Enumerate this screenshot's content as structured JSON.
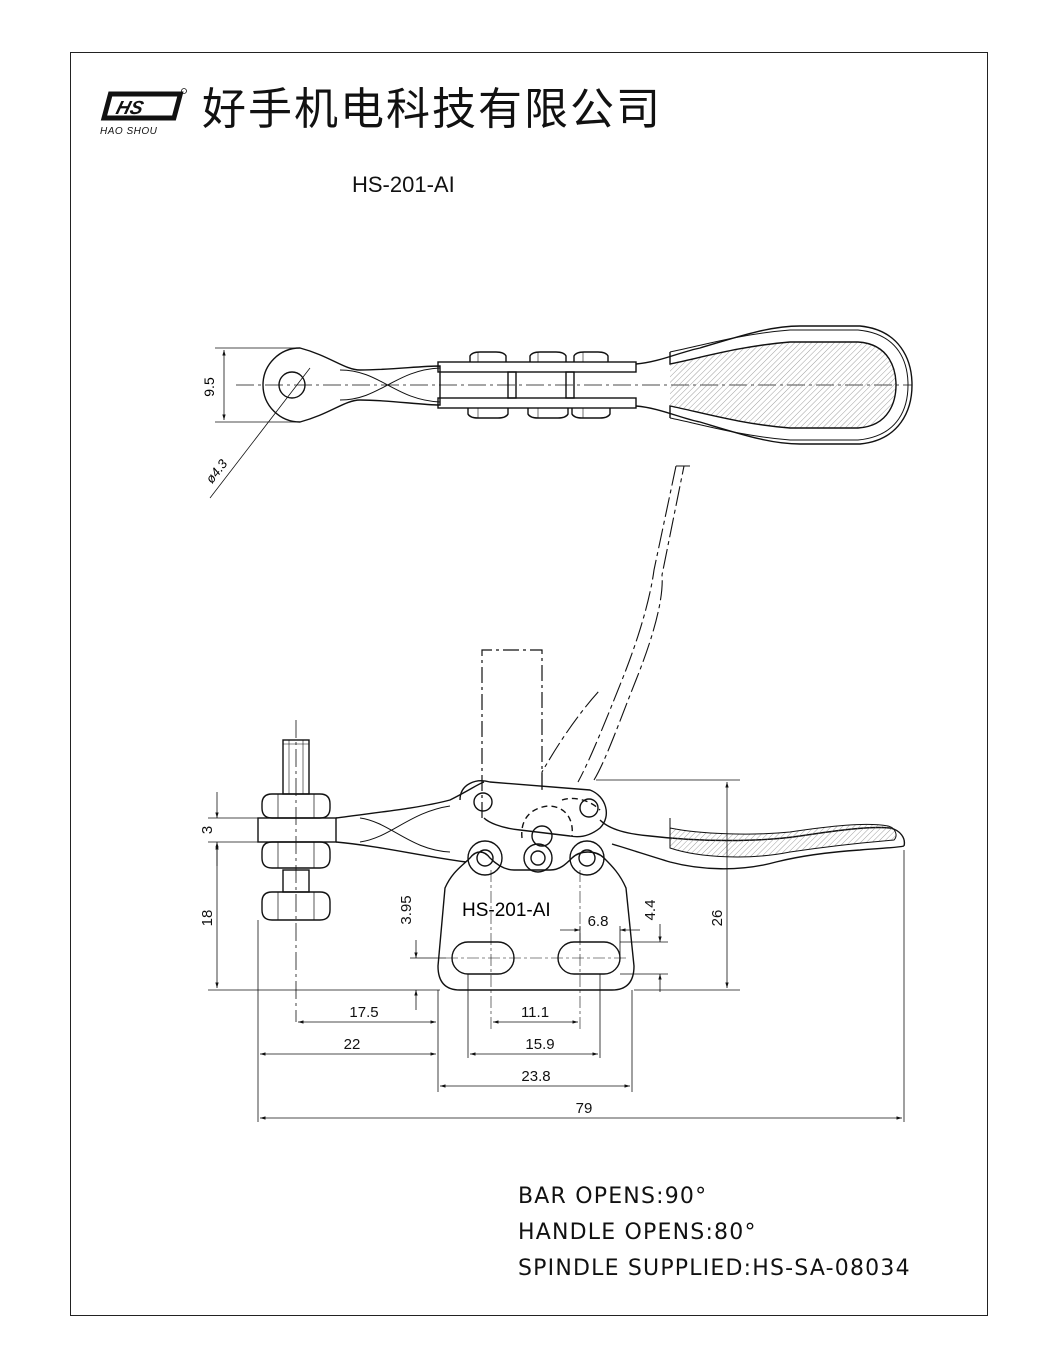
{
  "header": {
    "logo_text": "HS",
    "logo_subtext": "HAO SHOU",
    "company_name": "好手机电科技有限公司"
  },
  "model": "HS-201-AI",
  "drawing": {
    "part_label": "HS-201-AI",
    "dimensions": {
      "width_top": "9.5",
      "hole_dia": "ø4.3",
      "d3": "3",
      "d18": "18",
      "d3_95": "3.95",
      "d6_8": "6.8",
      "d4_4": "4.4",
      "d26": "26",
      "d17_5": "17.5",
      "d22": "22",
      "d11_1": "11.1",
      "d15_9": "15.9",
      "d23_8": "23.8",
      "d79": "79"
    }
  },
  "specs": {
    "bar_opens": "BAR OPENS:90°",
    "handle_opens": "HANDLE OPENS:80°",
    "spindle": "SPINDLE SUPPLIED:HS-SA-08034"
  }
}
